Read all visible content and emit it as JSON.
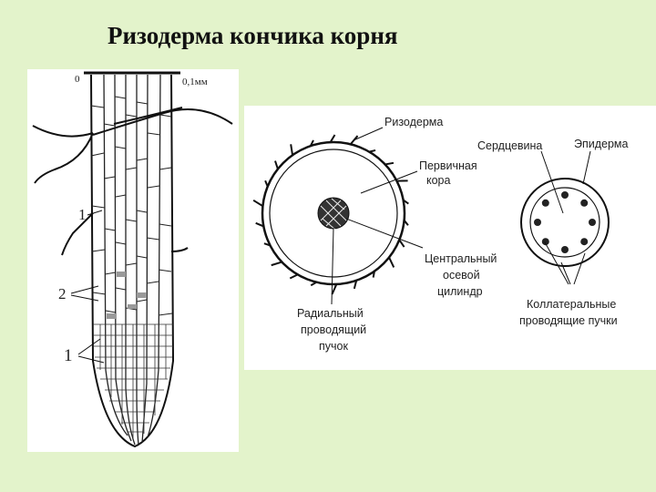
{
  "title": "Ризодерма кончика корня",
  "left_figure": {
    "scale_zero": "0",
    "scale_end": "0,1мм",
    "label_1_top": "1",
    "label_2": "2",
    "label_1_bottom": "1"
  },
  "right_figure": {
    "rhizoderm": "Ризодерма",
    "primary_cortex_l1": "Первичная",
    "primary_cortex_l2": "кора",
    "central_cyl_l1": "Центральный",
    "central_cyl_l2": "осевой",
    "central_cyl_l3": "цилиндр",
    "radial_l1": "Радиальный",
    "radial_l2": "проводящий",
    "radial_l3": "пучок",
    "pith": "Сердцевина",
    "epiderm": "Эпидерма",
    "collateral_l1": "Коллатеральные",
    "collateral_l2": "проводящие пучки"
  }
}
